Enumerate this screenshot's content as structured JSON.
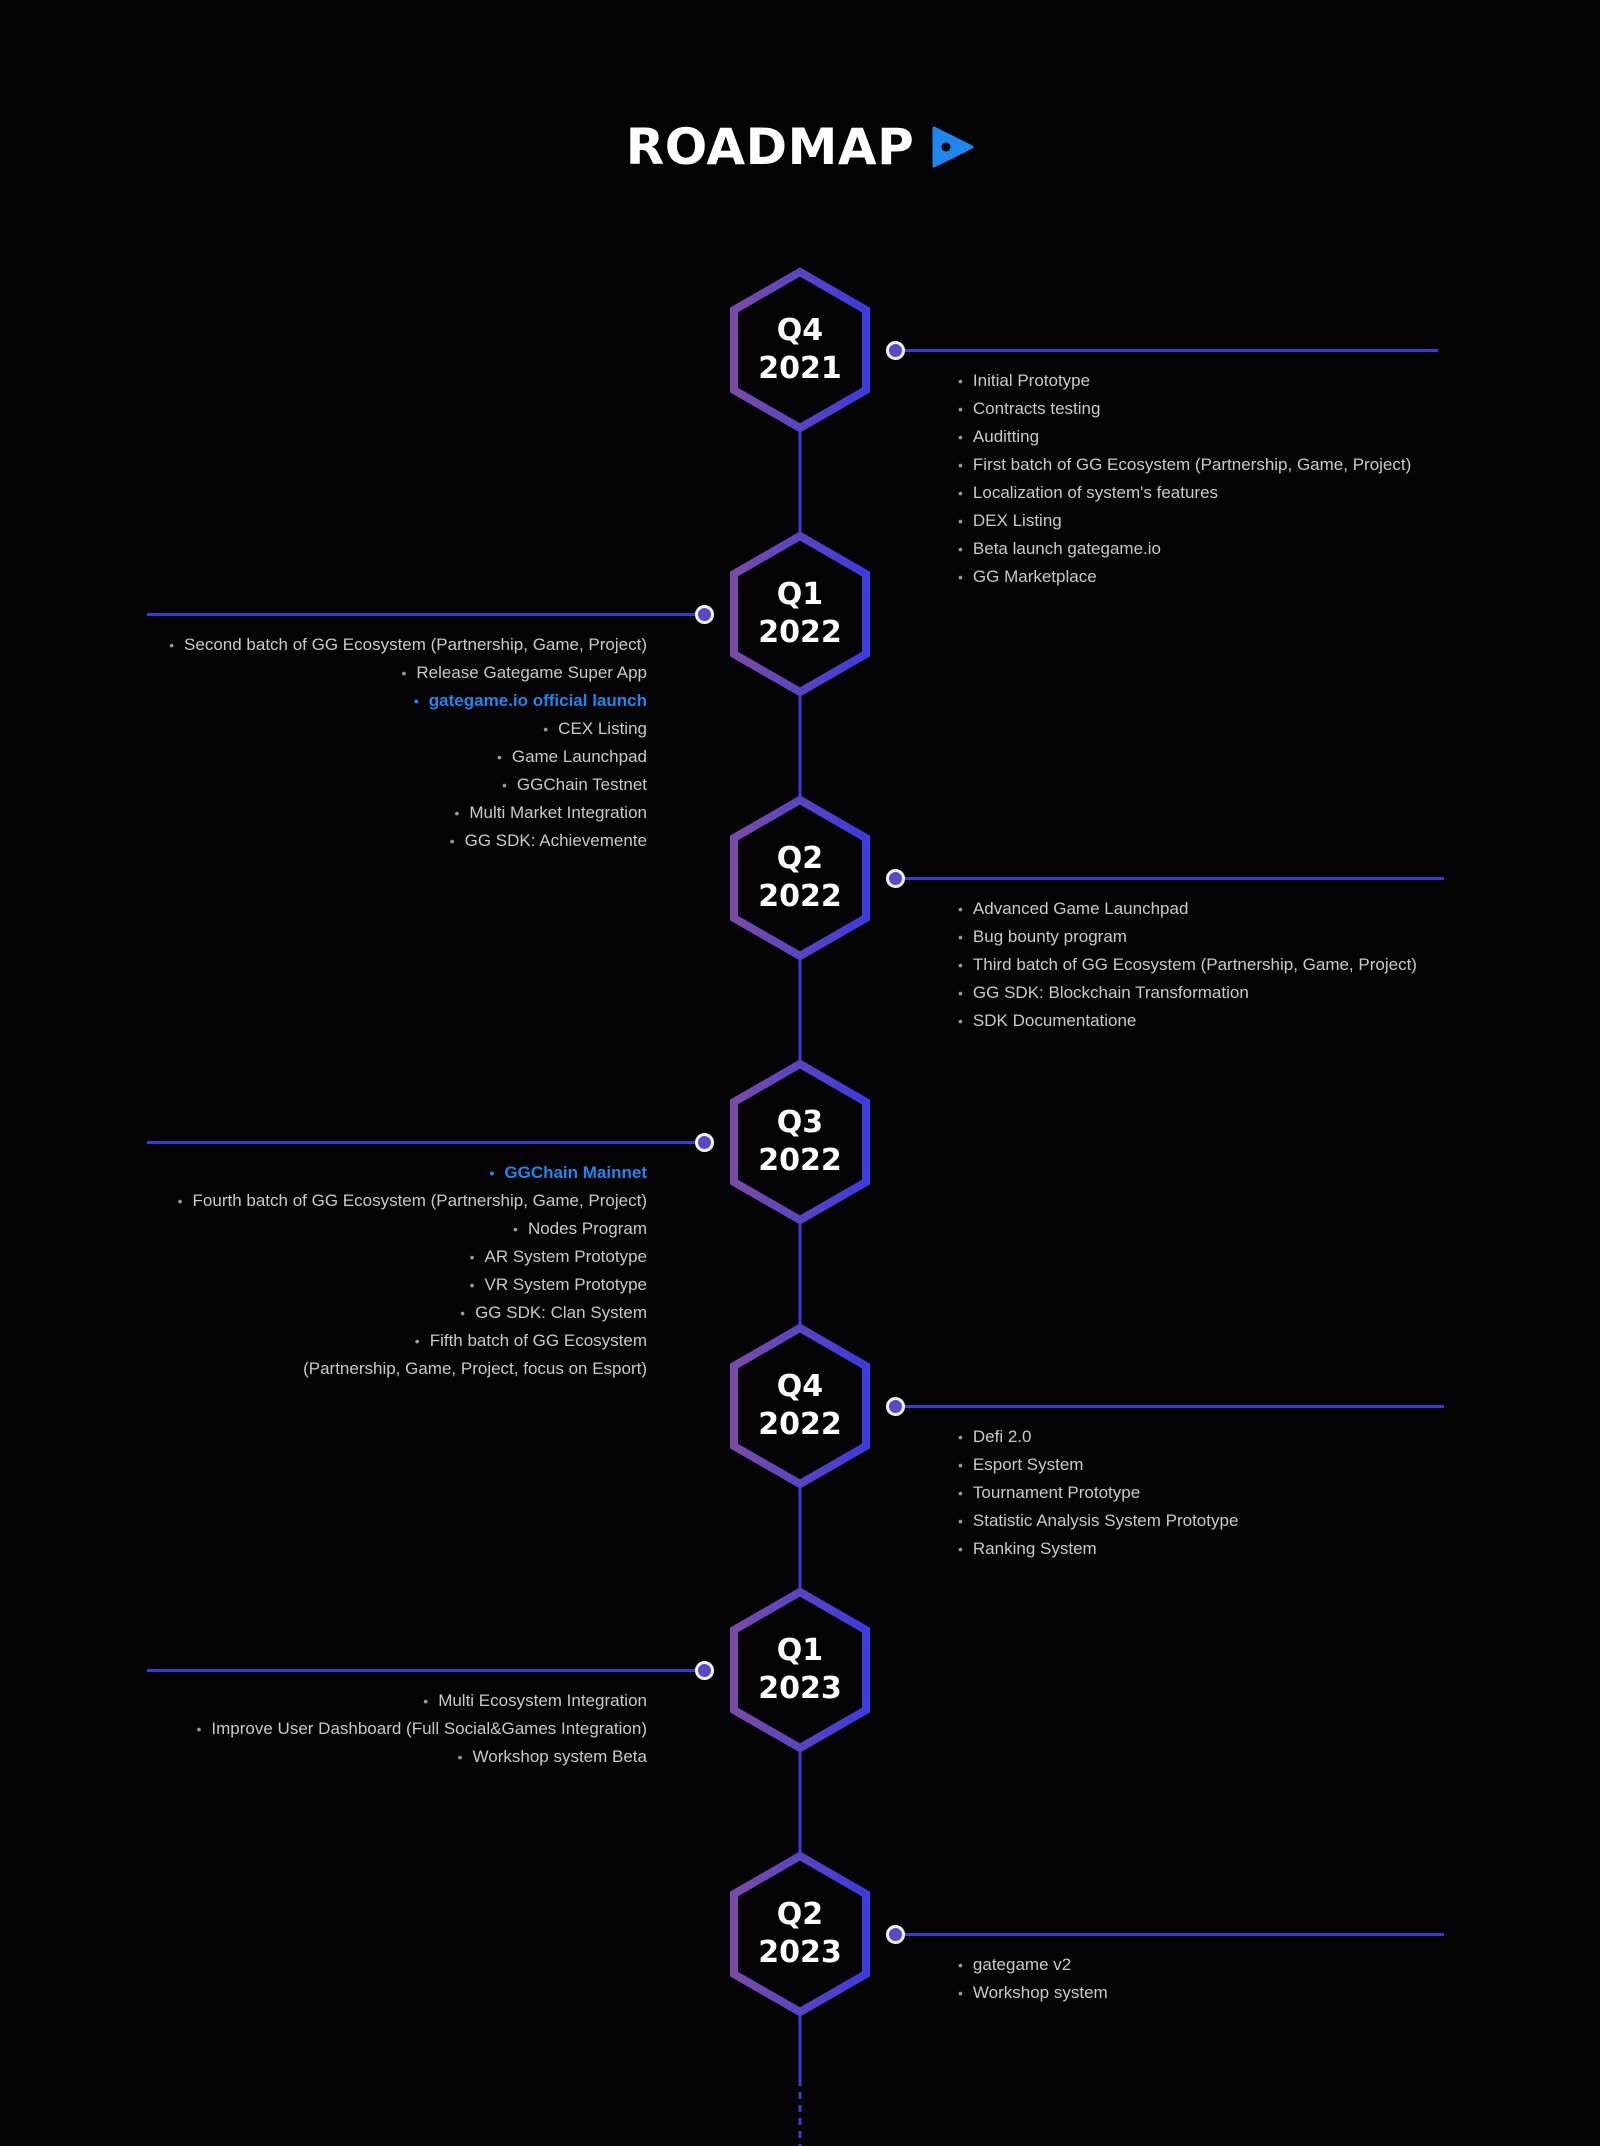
{
  "page": {
    "title": "ROADMAP"
  },
  "colors": {
    "background": "#040404",
    "spine": "#3b3ad8",
    "hex_gradient_start": "#7a4aa8",
    "hex_gradient_end": "#3c3ce0",
    "highlight": "#1f86f0",
    "text": "#c9c9c9"
  },
  "milestones": [
    {
      "quarter": "Q4",
      "year": "2021",
      "side": "right",
      "items": [
        {
          "text": "Initial Prototype"
        },
        {
          "text": "Contracts testing"
        },
        {
          "text": "Auditting"
        },
        {
          "text": "First batch of GG Ecosystem (Partnership, Game, Project)"
        },
        {
          "text": "Localization of system's features"
        },
        {
          "text": "DEX Listing"
        },
        {
          "text": "Beta launch gategame.io"
        },
        {
          "text": "GG Marketplace"
        }
      ]
    },
    {
      "quarter": "Q1",
      "year": "2022",
      "side": "left",
      "items": [
        {
          "text": "Second batch of GG Ecosystem (Partnership, Game, Project)"
        },
        {
          "text": "Release Gategame Super App"
        },
        {
          "text": "gategame.io official launch",
          "highlight": true
        },
        {
          "text": "CEX Listing"
        },
        {
          "text": "Game Launchpad"
        },
        {
          "text": "GGChain Testnet"
        },
        {
          "text": "Multi Market Integration"
        },
        {
          "text": "GG SDK: Achievemente"
        }
      ]
    },
    {
      "quarter": "Q2",
      "year": "2022",
      "side": "right",
      "items": [
        {
          "text": "Advanced Game Launchpad"
        },
        {
          "text": "Bug bounty program"
        },
        {
          "text": "Third batch of GG Ecosystem (Partnership, Game, Project)"
        },
        {
          "text": "GG SDK: Blockchain Transformation"
        },
        {
          "text": "SDK Documentatione"
        }
      ]
    },
    {
      "quarter": "Q3",
      "year": "2022",
      "side": "left",
      "items": [
        {
          "text": "GGChain Mainnet",
          "highlight": true
        },
        {
          "text": "Fourth batch of GG Ecosystem (Partnership, Game, Project)"
        },
        {
          "text": "Nodes Program"
        },
        {
          "text": "AR System Prototype"
        },
        {
          "text": "VR System Prototype"
        },
        {
          "text": "GG SDK: Clan System"
        },
        {
          "text": "Fifth batch of GG Ecosystem"
        },
        {
          "text": "(Partnership, Game, Project, focus on Esport)",
          "continuation": true
        }
      ]
    },
    {
      "quarter": "Q4",
      "year": "2022",
      "side": "right",
      "items": [
        {
          "text": "Defi 2.0"
        },
        {
          "text": "Esport System"
        },
        {
          "text": "Tournament Prototype"
        },
        {
          "text": "Statistic Analysis System Prototype"
        },
        {
          "text": "Ranking System"
        }
      ]
    },
    {
      "quarter": "Q1",
      "year": "2023",
      "side": "left",
      "items": [
        {
          "text": "Multi Ecosystem Integration"
        },
        {
          "text": "Improve User Dashboard (Full Social&Games Integration)"
        },
        {
          "text": "Workshop system Beta"
        }
      ]
    },
    {
      "quarter": "Q2",
      "year": "2023",
      "side": "right",
      "items": [
        {
          "text": "gategame v2"
        },
        {
          "text": "Workshop system"
        }
      ]
    }
  ]
}
